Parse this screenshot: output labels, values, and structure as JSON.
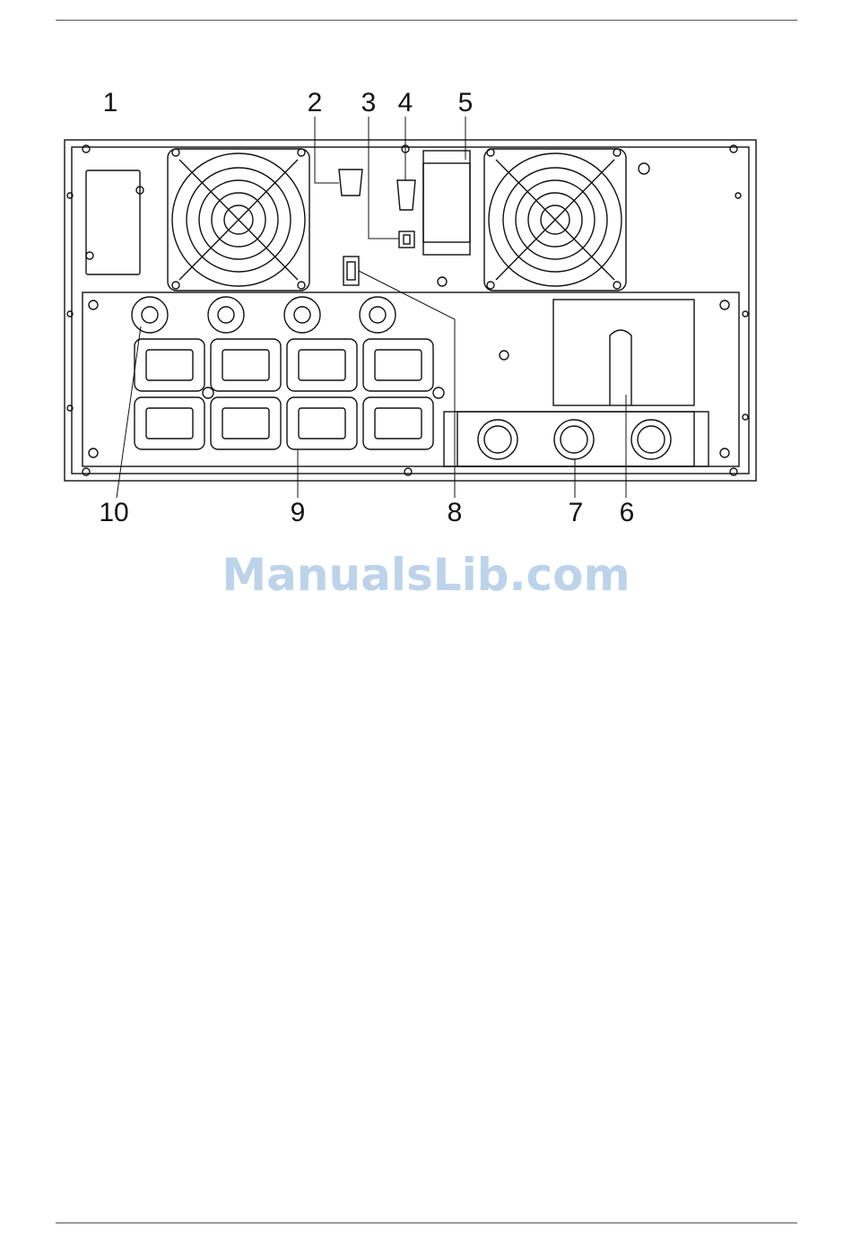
{
  "diagram": {
    "callouts": [
      "1",
      "2",
      "3",
      "4",
      "5",
      "6",
      "7",
      "8",
      "9",
      "10"
    ]
  },
  "watermark": {
    "text": "ManualsLib.com"
  }
}
